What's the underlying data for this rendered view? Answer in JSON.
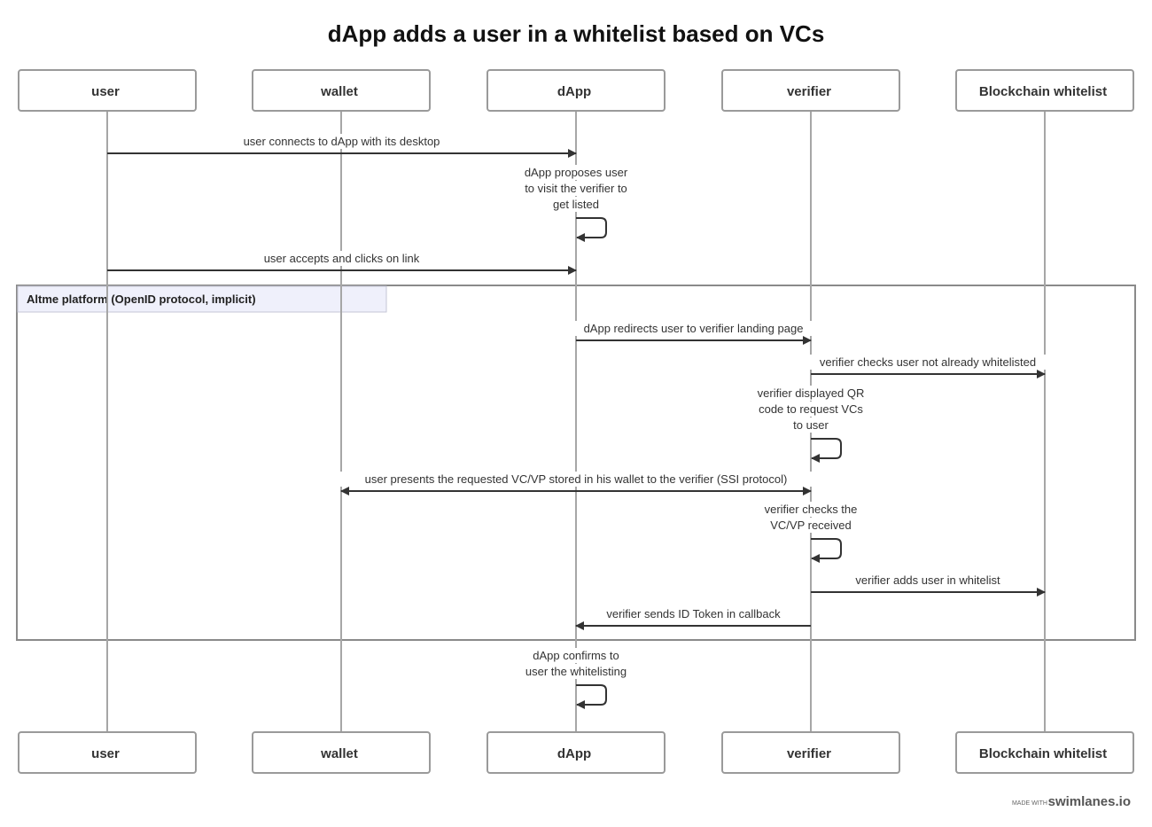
{
  "title": "dApp adds a user in a whitelist based on VCs",
  "actors": [
    {
      "id": "user",
      "label": "user"
    },
    {
      "id": "wallet",
      "label": "wallet"
    },
    {
      "id": "dapp",
      "label": "dApp"
    },
    {
      "id": "verifier",
      "label": "verifier"
    },
    {
      "id": "whitelist",
      "label": "Blockchain whitelist"
    }
  ],
  "group": {
    "label": "Altme platform (OpenID protocol, implicit)",
    "first_step": 3,
    "last_step": 9
  },
  "steps": [
    {
      "kind": "arrow",
      "from": "user",
      "to": "dapp",
      "lines": [
        "user connects to dApp with its desktop"
      ]
    },
    {
      "kind": "self",
      "actor": "dapp",
      "lines": [
        "dApp proposes user",
        "to visit the verifier to",
        "get listed"
      ]
    },
    {
      "kind": "arrow",
      "from": "user",
      "to": "dapp",
      "lines": [
        "user accepts and clicks on link"
      ]
    },
    {
      "kind": "arrow",
      "from": "dapp",
      "to": "verifier",
      "lines": [
        "dApp redirects user to verifier landing page"
      ]
    },
    {
      "kind": "arrow",
      "from": "verifier",
      "to": "whitelist",
      "lines": [
        "verifier checks user not already whitelisted"
      ]
    },
    {
      "kind": "self",
      "actor": "verifier",
      "lines": [
        "verifier displayed QR",
        "code to request VCs",
        "to user"
      ]
    },
    {
      "kind": "bidir",
      "from": "wallet",
      "to": "verifier",
      "lines": [
        "user presents the requested VC/VP stored in his wallet to the verifier (SSI protocol)"
      ]
    },
    {
      "kind": "self",
      "actor": "verifier",
      "lines": [
        "verifier checks the",
        "VC/VP received"
      ]
    },
    {
      "kind": "arrow",
      "from": "verifier",
      "to": "whitelist",
      "lines": [
        "verifier adds user in whitelist"
      ]
    },
    {
      "kind": "arrow",
      "from": "verifier",
      "to": "dapp",
      "lines": [
        "verifier sends ID Token in callback"
      ]
    },
    {
      "kind": "self",
      "actor": "dapp",
      "lines": [
        "dApp confirms to",
        "user the whitelisting"
      ]
    }
  ],
  "footer": {
    "made_with": "MADE WITH",
    "brand": "swimlanes.io"
  }
}
